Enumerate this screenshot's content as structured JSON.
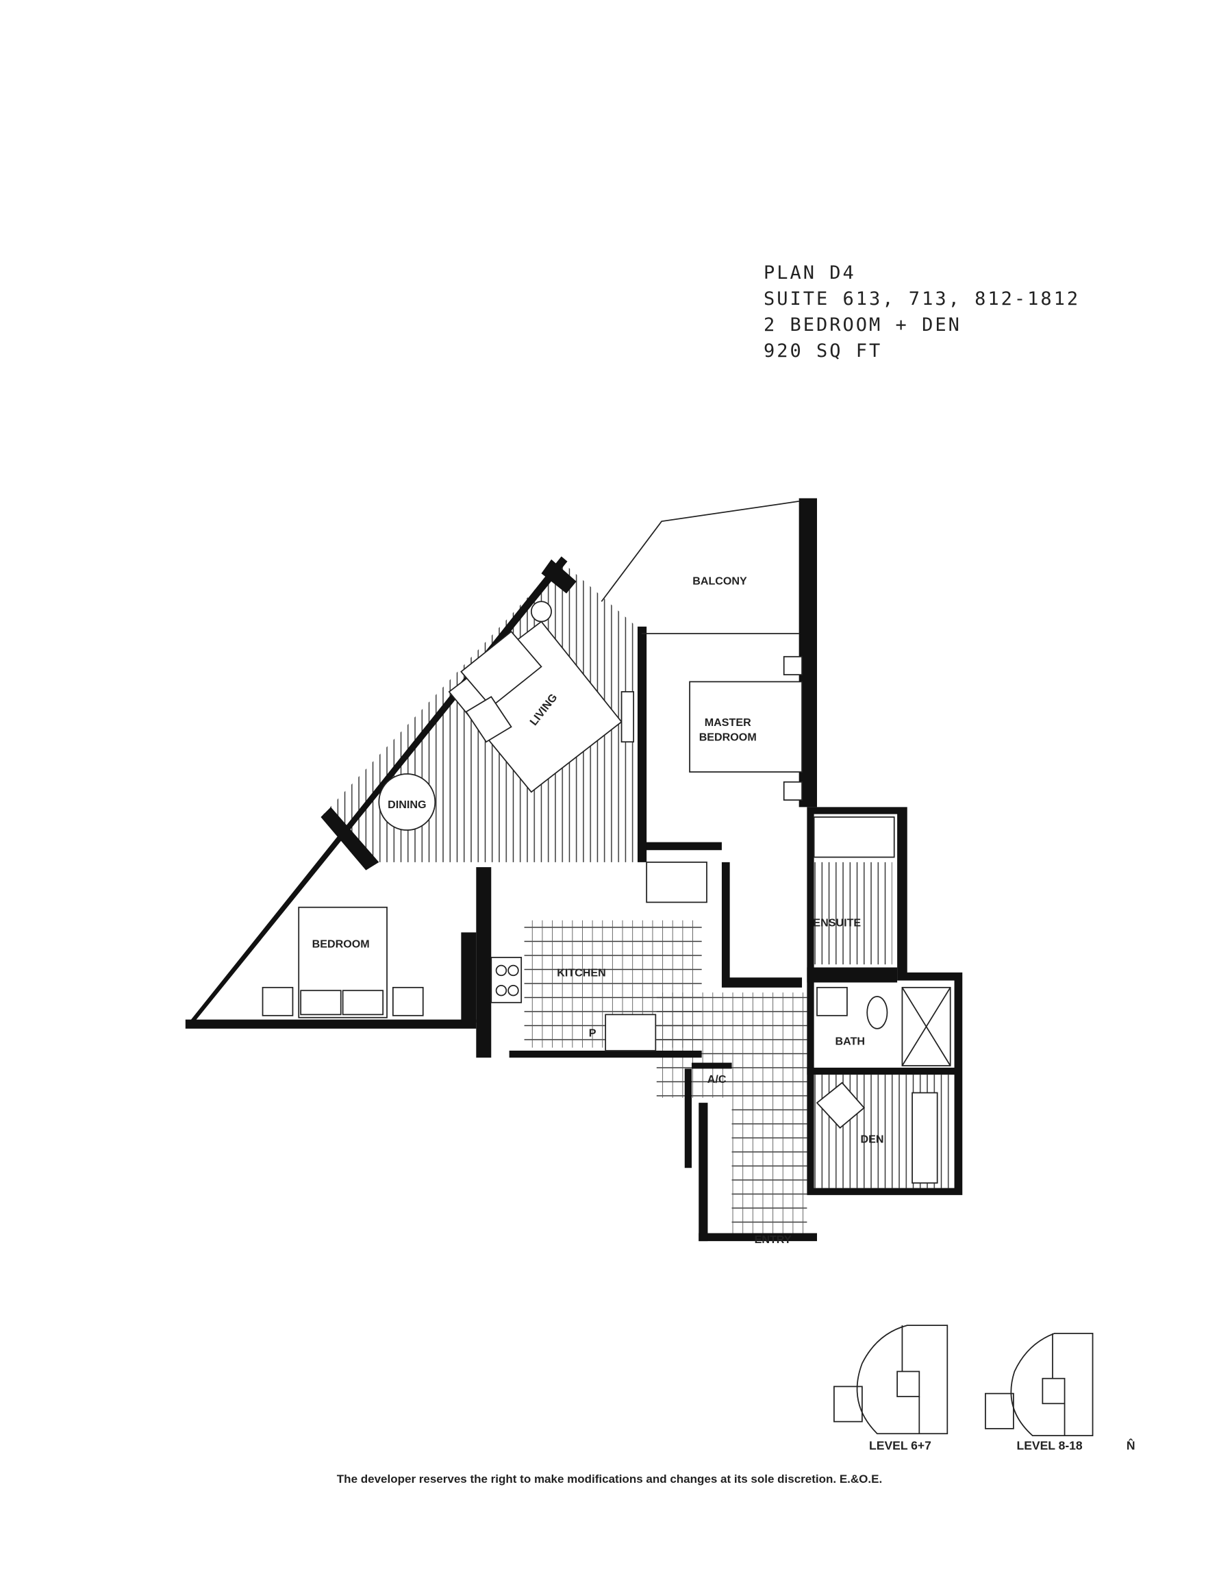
{
  "plan": {
    "name": "PLAN D4",
    "suites": "SUITE 613, 713, 812-1812",
    "type": "2 BEDROOM + DEN",
    "area": "920 SQ FT"
  },
  "rooms": {
    "balcony": "BALCONY",
    "living": "LIVING",
    "dining": "DINING",
    "master_bedroom_1": "MASTER",
    "master_bedroom_2": "BEDROOM",
    "bedroom": "BEDROOM",
    "kitchen": "KITCHEN",
    "pantry": "P",
    "ensuite": "ENSUITE",
    "bath": "BATH",
    "ac": "A/C",
    "den": "DEN",
    "entry": "ENTRY"
  },
  "key_plans": [
    {
      "label": "LEVEL 6+7"
    },
    {
      "label": "LEVEL 8-18"
    }
  ],
  "north_label": "N̂",
  "disclaimer": "The developer reserves the right to make modifications and changes at its sole discretion. E.&O.E."
}
